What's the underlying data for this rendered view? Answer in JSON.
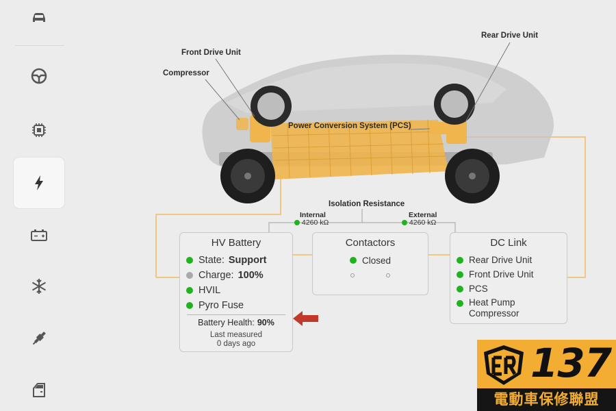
{
  "sidebar": {
    "items": [
      {
        "icon": "car-icon",
        "active": false
      },
      {
        "icon": "steering-wheel-icon",
        "active": false
      },
      {
        "icon": "chip-icon",
        "active": false
      },
      {
        "icon": "lightning-bolt-icon",
        "active": true
      },
      {
        "icon": "battery-icon",
        "active": false
      },
      {
        "icon": "snowflake-icon",
        "active": false
      },
      {
        "icon": "spark-plug-icon",
        "active": false
      },
      {
        "icon": "door-icon",
        "active": false
      }
    ]
  },
  "car": {
    "front_drive_unit": "Front Drive Unit",
    "compressor": "Compressor",
    "rear_drive_unit": "Rear Drive Unit",
    "pcs": "Power Conversion System (PCS)"
  },
  "isolation": {
    "title": "Isolation Resistance",
    "internal_label": "Internal",
    "internal_value": "4260 kΩ",
    "external_label": "External",
    "external_value": "4260 kΩ"
  },
  "hv_battery": {
    "title": "HV Battery",
    "state_label": "State:",
    "state_value": "Support",
    "charge_label": "Charge:",
    "charge_value": "100%",
    "hvil": "HVIL",
    "pyro_fuse": "Pyro Fuse",
    "health_label": "Battery Health:",
    "health_value": "90%",
    "last_measured_line1": "Last measured",
    "last_measured_line2": "0 days ago"
  },
  "contactors": {
    "title": "Contactors",
    "status": "Closed"
  },
  "dc_link": {
    "title": "DC Link",
    "items": [
      "Rear Drive Unit",
      "Front Drive Unit",
      "PCS"
    ],
    "heat_pump_line1": "Heat Pump",
    "heat_pump_line2": "Compressor"
  },
  "logo": {
    "number": "137",
    "text": "電動車保修聯盟"
  },
  "colors": {
    "accent": "#f2ad32",
    "status_ok": "#1fb41f",
    "status_neutral": "#a9a9a9",
    "arrow": "#c0392b"
  }
}
